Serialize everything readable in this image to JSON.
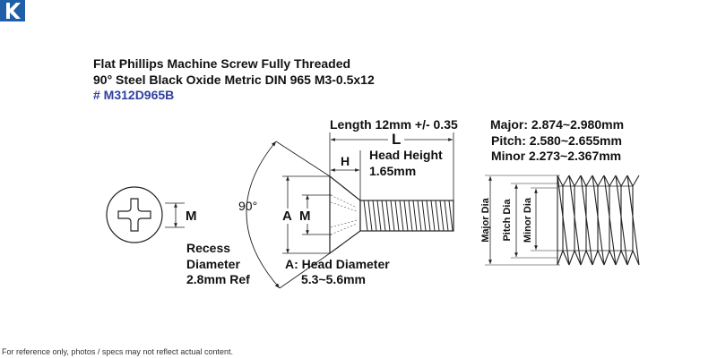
{
  "header": {
    "title_line1": "Flat Phillips Machine Screw Fully Threaded",
    "title_line2": "90° Steel Black Oxide Metric DIN 965 M3-0.5x12",
    "part_number": "# M312D965B"
  },
  "labels": {
    "m_label": "M",
    "recess_line1": "Recess",
    "recess_line2": "Diameter",
    "recess_line3": "2.8mm Ref",
    "angle": "90°",
    "a_label": "A",
    "m_label_side": "M",
    "length": "Length 12mm +/- 0.35",
    "l_label": "L",
    "h_label": "H",
    "head_height_line1": "Head Height",
    "head_height_line2": "1.65mm",
    "head_dia_line1": "A: Head Diameter",
    "head_dia_line2": "5.3~5.6mm"
  },
  "thread": {
    "major": "Major: 2.874~2.980mm",
    "pitch": "Pitch: 2.580~2.655mm",
    "minor": "Minor 2.273~2.367mm",
    "major_dia": "Major Dia",
    "pitch_dia": "Pitch Dia",
    "minor_dia": "Minor Dia"
  },
  "footer": {
    "disclaimer": "For reference only, photos / specs may not reflect actual content."
  },
  "colors": {
    "brand_blue": "#1f5fa8",
    "part_number_blue": "#2f3f9e",
    "line": "#222222"
  }
}
